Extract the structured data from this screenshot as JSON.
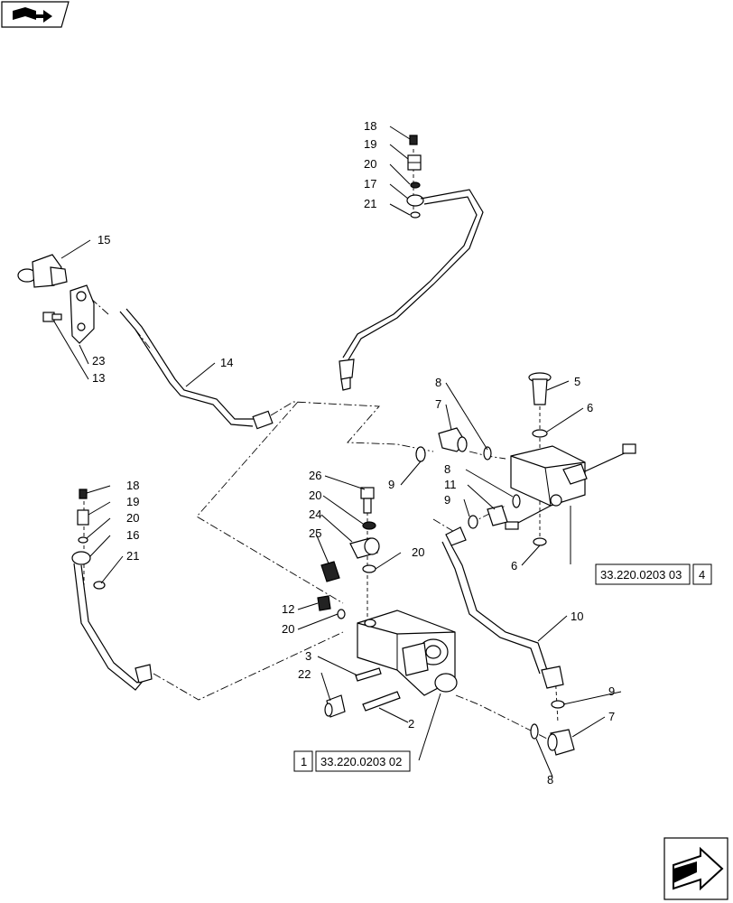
{
  "callouts": {
    "c1": "1",
    "c2": "2",
    "c3": "3",
    "c4": "4",
    "c5": "5",
    "c6a": "6",
    "c6b": "6",
    "c7a": "7",
    "c7b": "7",
    "c8a": "8",
    "c8b": "8",
    "c8c": "8",
    "c9a": "9",
    "c9b": "9",
    "c9c": "9",
    "c10": "10",
    "c11": "11",
    "c12": "12",
    "c13": "13",
    "c14": "14",
    "c15": "15",
    "c16": "16",
    "c17": "17",
    "c18a": "18",
    "c18b": "18",
    "c19a": "19",
    "c19b": "19",
    "c20a": "20",
    "c20b": "20",
    "c20c": "20",
    "c20d": "20",
    "c20e": "20",
    "c21a": "21",
    "c21b": "21",
    "c22": "22",
    "c23": "23",
    "c24": "24",
    "c25": "25",
    "c26": "26"
  },
  "references": {
    "ref_top": "33.220.0203 03",
    "ref_top_num": "4",
    "ref_bottom": "33.220.0203 02",
    "ref_bottom_num": "1"
  },
  "icons": {
    "corner_top_left": "book-arrow-icon",
    "corner_bottom_right": "next-page-arrow-icon"
  }
}
